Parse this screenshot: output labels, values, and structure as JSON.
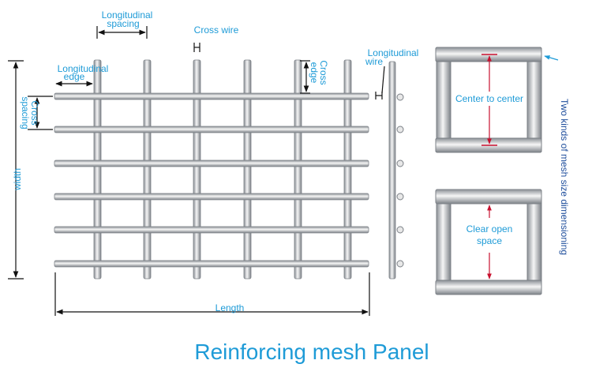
{
  "title": "Reinforcing mesh Panel",
  "labels": {
    "longitudinal_spacing": [
      "Longitudinal",
      "spacing"
    ],
    "cross_wire": "Cross wire",
    "longitudinal_edge": [
      "Longitudinal",
      "edge"
    ],
    "cross_spacing": [
      "Cross",
      "spacing"
    ],
    "cross_edge": [
      "Cross",
      "edge"
    ],
    "longitudinal_wire": [
      "Longitudinal",
      "wire"
    ],
    "width": "width",
    "length": "Length",
    "center_to_center": "Center to center",
    "clear_open_space": [
      "Clear open",
      "space"
    ],
    "two_kinds": "Two kinds of mesh size dimensioning"
  },
  "colors": {
    "label": "#1e9bd7",
    "wire_light": "#f4f4f4",
    "wire_mid": "#cfd2d5",
    "wire_dark": "#7c8187",
    "dim_line": "#111111",
    "marker": "#c8102e"
  }
}
